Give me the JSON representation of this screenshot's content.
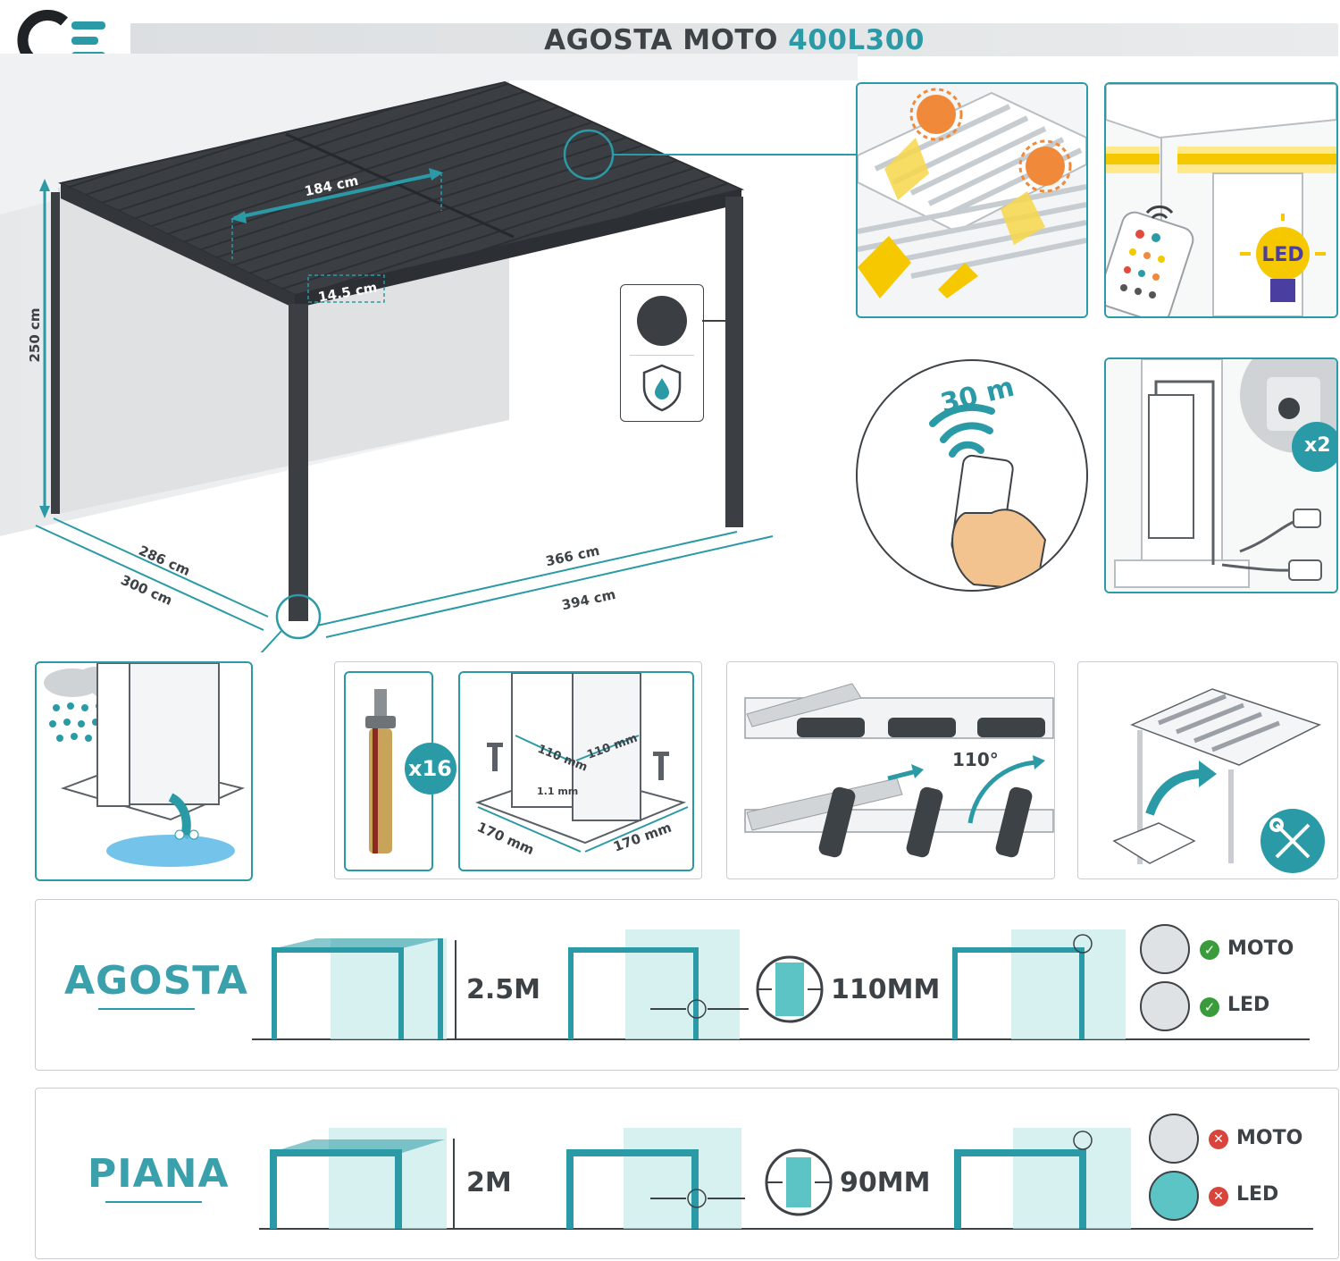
{
  "colors": {
    "teal": "#2a9aa6",
    "dark": "#3d4247",
    "roof": "#3b3f44",
    "green": "#3a9b3a",
    "red": "#d9443c"
  },
  "header": {
    "title_main": "AGOSTA MOTO",
    "title_model": "400L300",
    "logo_icon": "ce-logo-icon"
  },
  "dimensions": {
    "height": "250 cm",
    "roof_span": "184 cm",
    "beam_height": "14.5 cm",
    "depth_inner": "286 cm",
    "depth_outer": "300 cm",
    "width_inner": "366 cm",
    "width_outer": "394 cm"
  },
  "features": {
    "range": "30 m",
    "led_label": "LED",
    "plug_count": "x2",
    "anchor_count": "x16",
    "post_side_a": "110 mm",
    "post_side_b": "110 mm",
    "base_gap": "1.1 mm",
    "base_side_a": "170 mm",
    "base_side_b": "170 mm",
    "louver_angle": "110°"
  },
  "comparison": [
    {
      "brand": "AGOSTA",
      "height": "2.5M",
      "post": "110MM",
      "feature_1": "MOTO",
      "feature_2": "LED",
      "status_1": "✓",
      "status_2": "✓"
    },
    {
      "brand": "PIANA",
      "height": "2M",
      "post": "90MM",
      "feature_1": "MOTO",
      "feature_2": "LED",
      "status_1": "✕",
      "status_2": "✕"
    }
  ]
}
